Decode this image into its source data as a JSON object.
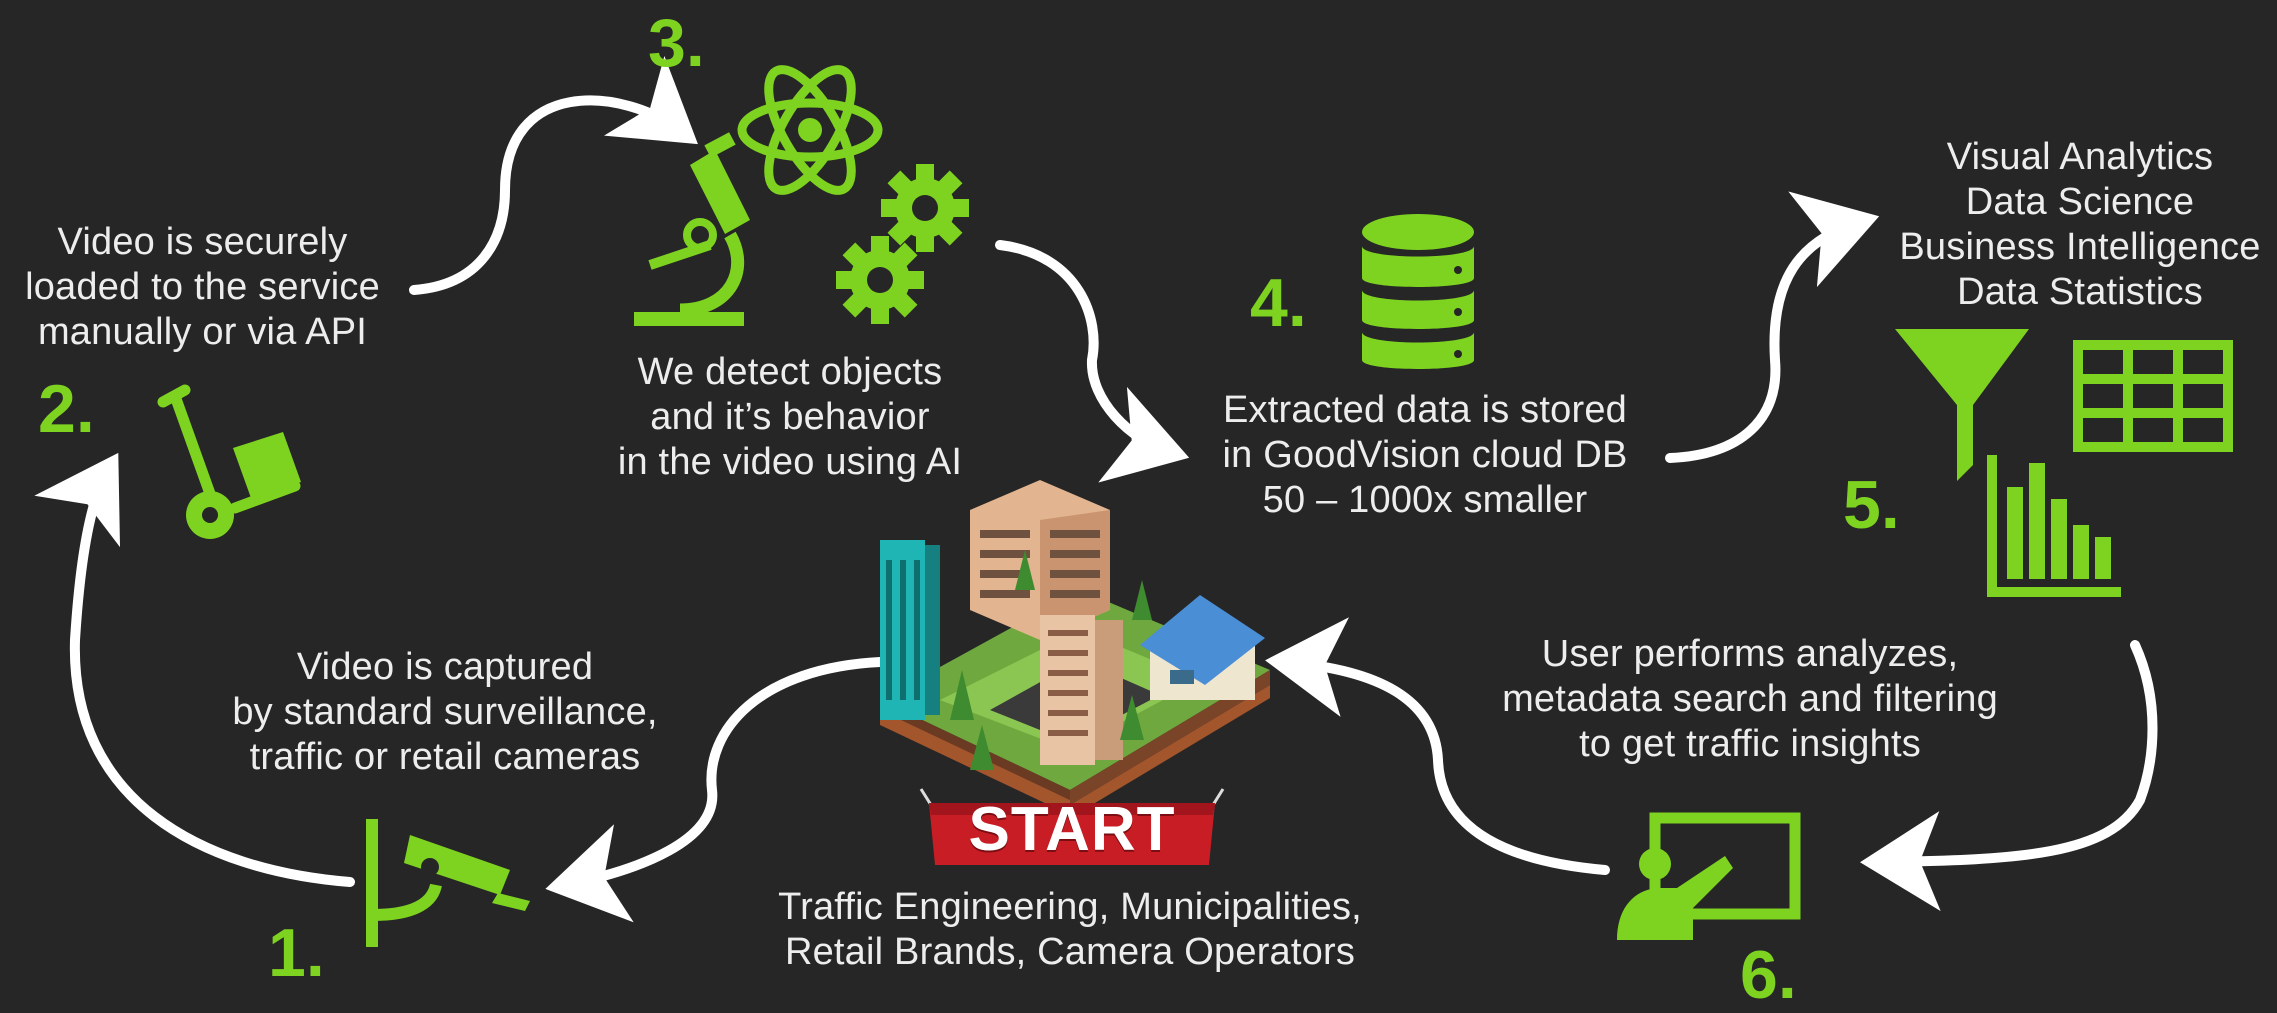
{
  "colors": {
    "background": "#262626",
    "accent": "#7ed321",
    "text": "#ededed",
    "arrow": "#ffffff"
  },
  "steps": [
    {
      "number": "1.",
      "icon": "security-camera-icon",
      "text": "Video is captured\nby standard surveillance,\ntraffic or retail cameras"
    },
    {
      "number": "2.",
      "icon": "hand-truck-icon",
      "text": "Video is securely\nloaded to the service\nmanually or via API"
    },
    {
      "number": "3.",
      "icon": "science-ai-icon",
      "text": "We detect objects\nand it’s behavior\nin the video using AI"
    },
    {
      "number": "4.",
      "icon": "database-icon",
      "text": "Extracted data is stored\nin GoodVision cloud DB\n50 – 1000x smaller"
    },
    {
      "number": "5.",
      "icon": "analytics-icons",
      "text": "Visual Analytics\nData Science\nBusiness Intelligence\nData Statistics"
    },
    {
      "number": "6.",
      "icon": "presentation-user-icon",
      "text": "User performs analyzes,\nmetadata search and filtering\nto get traffic insights"
    }
  ],
  "start": {
    "banner_label": "START",
    "caption": "Traffic Engineering, Municipalities,\nRetail Brands, Camera Operators"
  }
}
